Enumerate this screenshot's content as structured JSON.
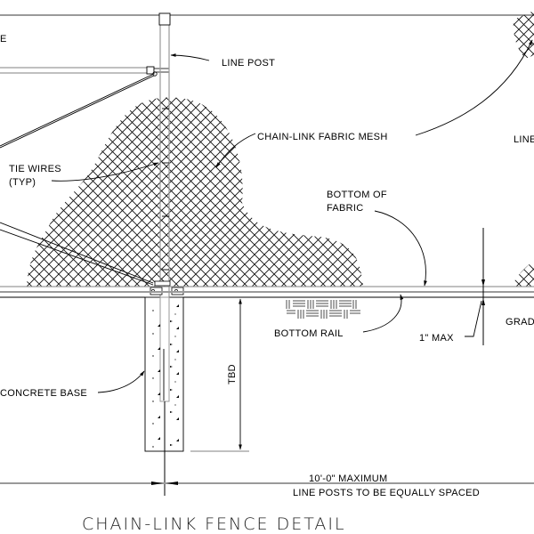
{
  "drawing": {
    "title": "CHAIN-LINK FENCE DETAIL",
    "labels": {
      "left_edge_fragment": "E",
      "line_post": "LINE POST",
      "fabric_mesh": "CHAIN-LINK FABRIC MESH",
      "right_edge_fragment": "LINE",
      "tie_wires_line1": "TIE WIRES",
      "tie_wires_line2": "(TYP)",
      "bottom_of_fabric_line1": "BOTTOM OF",
      "bottom_of_fabric_line2": "FABRIC",
      "bottom_rail": "BOTTOM RAIL",
      "one_inch_max": "1\" MAX",
      "grade_fragment": "GRAD",
      "concrete_base": "CONCRETE BASE",
      "depth": "TBD",
      "spacing": "10'-0\" MAXIMUM",
      "spacing_note": "LINE POSTS TO BE EQUALLY SPACED"
    },
    "colors": {
      "line": "#000000",
      "pipe": "#9a9a9a",
      "background": "#ffffff"
    }
  }
}
